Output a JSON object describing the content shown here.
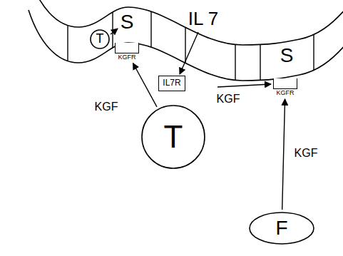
{
  "diagram": {
    "nodes": [
      {
        "text": [
          "T"
        ]
      },
      {
        "text": [
          "KGFR"
        ]
      },
      {
        "text": [
          "IL7R"
        ]
      },
      {
        "text": [
          "T"
        ]
      },
      {
        "text": [
          "KGFR"
        ]
      },
      {
        "text": [
          "F"
        ]
      }
    ],
    "edges": [
      {
        "from": 3,
        "to": 1,
        "arrow": "to",
        "label": "KGF"
      },
      {
        "from": 5,
        "to": 4,
        "arrow": "to",
        "label": "KGF"
      }
    ],
    "labels": [
      "IL 7",
      "S",
      "S",
      "KGF"
    ]
  }
}
